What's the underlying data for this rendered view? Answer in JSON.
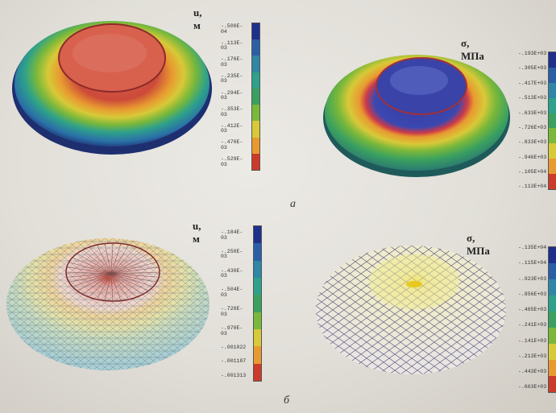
{
  "labels": {
    "sub_a": "а",
    "sub_b": "б"
  },
  "panels": {
    "top_left": {
      "unit": "u, м",
      "legend_colors": [
        "#1e2f8c",
        "#2a5fa8",
        "#2f86a6",
        "#2ea18a",
        "#3aa060",
        "#7ab83a",
        "#d8c938",
        "#e89a30",
        "#cc3a2a"
      ],
      "ticks": [
        "-.500E-04",
        "-.113E-03",
        "-.176E-03",
        "-.235E-03",
        "-.294E-03",
        "-.353E-03",
        "-.412E-03",
        "-.470E-03",
        "-.529E-03"
      ]
    },
    "top_right": {
      "unit": "σ, МПа",
      "legend_colors": [
        "#1e2f8c",
        "#2a5fa8",
        "#2f86a6",
        "#2ea18a",
        "#3aa060",
        "#7ab83a",
        "#d8c938",
        "#e89a30",
        "#cc3a2a"
      ],
      "ticks": [
        "-.193E+03",
        "-.305E+03",
        "-.417E+03",
        "-.513E+03",
        "-.633E+03",
        "-.726E+03",
        "-.833E+03",
        "-.946E+03",
        "-.105E+04",
        "-.113E+04"
      ]
    },
    "bottom_left": {
      "unit": "u, м",
      "legend_colors": [
        "#1e2f8c",
        "#2a5fa8",
        "#2f86a6",
        "#2ea18a",
        "#3aa060",
        "#7ab83a",
        "#d8c938",
        "#e89a30",
        "#cc3a2a"
      ],
      "ticks": [
        "-.184E-03",
        "-.250E-03",
        "-.430E-03",
        "-.504E-03",
        "-.720E-03",
        "-.970E-03",
        "-.001022",
        "-.001187",
        "-.001313"
      ]
    },
    "bottom_right": {
      "unit": "σ, МПа",
      "legend_colors": [
        "#1e2f8c",
        "#2a5fa8",
        "#2f86a6",
        "#2ea18a",
        "#3aa060",
        "#7ab83a",
        "#d8c938",
        "#e89a30",
        "#cc3a2a"
      ],
      "ticks": [
        "-.135E+04",
        "-.115E+04",
        "-.923E+03",
        "-.856E+03",
        "-.465E+03",
        "-.241E+03",
        "-.141E+03",
        "-.213E+03",
        "-.443E+03",
        "-.663E+03"
      ]
    }
  }
}
